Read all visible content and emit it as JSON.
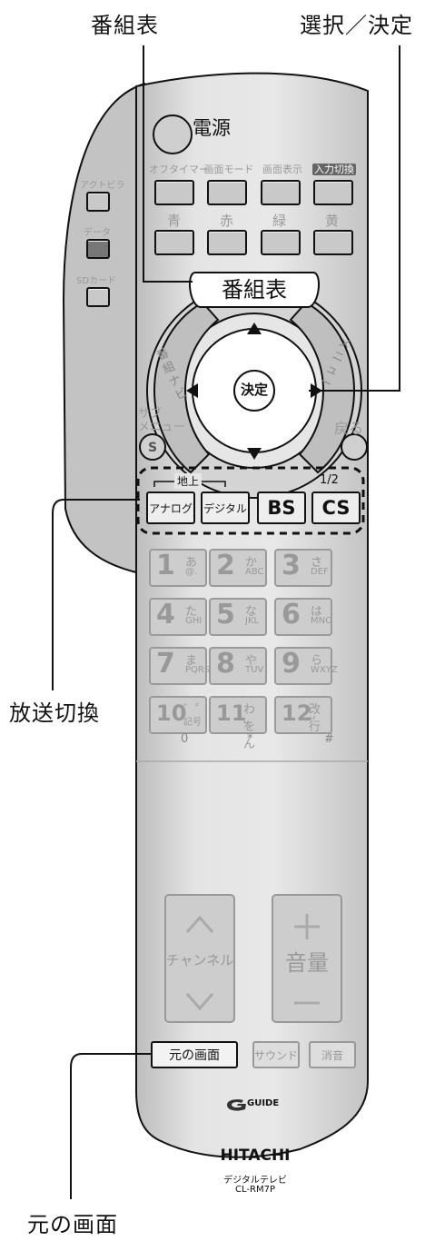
{
  "callouts": {
    "guide": "番組表",
    "select_decide": "選択／決定",
    "broadcast_switch": "放送切換",
    "original_screen": "元の画面"
  },
  "remote": {
    "power_label": "電源",
    "side_left": [
      "アクトビラ",
      "データ",
      "SDカード"
    ],
    "top_row": [
      "オフタイマー",
      "画面モード",
      "画面表示",
      "入力切換"
    ],
    "color_row": [
      "青",
      "赤",
      "緑",
      "黄"
    ],
    "guide_button": "番組表",
    "nav_left": "番組ナビ",
    "nav_right": "メニュー",
    "decide": "決定",
    "sub_menu": "サブ\nメニュー",
    "sub_s": "S",
    "back": "戻る",
    "chijo": "地上",
    "half": "1/2",
    "sources": [
      "アナログ",
      "デジタル",
      "BS",
      "CS"
    ],
    "numbers": [
      {
        "n": "1",
        "kana": "あ",
        "sub": "@."
      },
      {
        "n": "2",
        "kana": "か",
        "sub": "ABC"
      },
      {
        "n": "3",
        "kana": "さ",
        "sub": "DEF"
      },
      {
        "n": "4",
        "kana": "た",
        "sub": "GHI"
      },
      {
        "n": "5",
        "kana": "な",
        "sub": "JKL"
      },
      {
        "n": "6",
        "kana": "は",
        "sub": "MNO"
      },
      {
        "n": "7",
        "kana": "ま",
        "sub": "PQRS"
      },
      {
        "n": "8",
        "kana": "や",
        "sub": "TUV"
      },
      {
        "n": "9",
        "kana": "ら",
        "sub": "WXYZ"
      },
      {
        "n": "10",
        "kana": "゛゜",
        "sub": "記号"
      },
      {
        "n": "11",
        "kana": "わをん",
        "sub": "␣"
      },
      {
        "n": "12",
        "kana": "改行",
        "sub": "↵"
      }
    ],
    "under_row": [
      "0",
      "*",
      "#"
    ],
    "channel": "チャンネル",
    "volume": "音量",
    "bottom_buttons": [
      "元の画面",
      "サウンド",
      "消音"
    ],
    "gguide": "GUIDE",
    "brand": "HITACHI",
    "product": "デジタルテレビ",
    "model": "CL-RM7P"
  }
}
